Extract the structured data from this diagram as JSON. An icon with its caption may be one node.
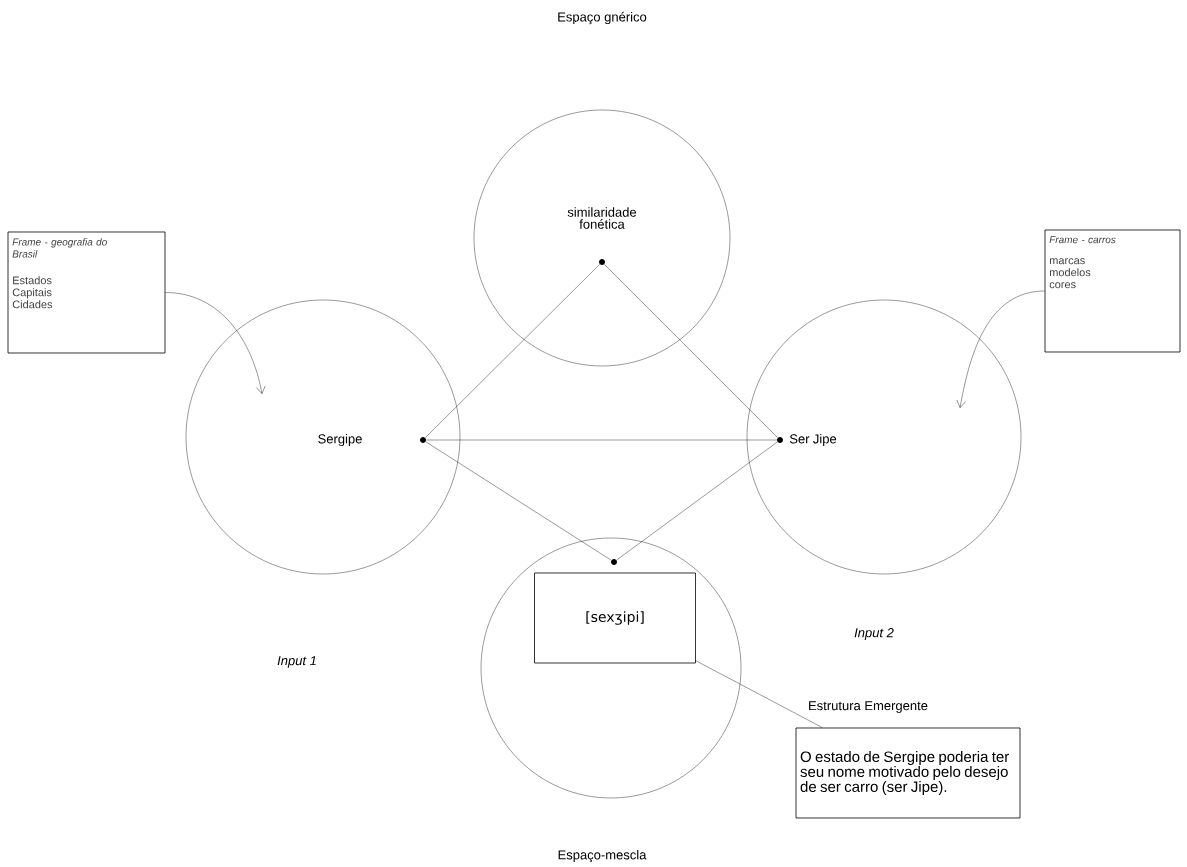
{
  "diagram": {
    "nodes": [
      {
        "text": [
          "Frame - geografia do Brasil",
          "Estados Capitais Cidades"
        ]
      },
      {
        "text": [
          "similaridade fonética"
        ]
      },
      {
        "text": [],
        "shape": "dot",
        "in": 1
      },
      {
        "text": [
          "Frame - carros",
          "marcas modelos cores"
        ]
      },
      {
        "text": [
          "Sergipe"
        ]
      },
      {
        "text": [],
        "shape": "dot",
        "in": 4
      },
      {
        "text": [
          "Ser Jipe"
        ]
      },
      {
        "text": [],
        "shape": "dot",
        "in": 6
      },
      {
        "text": [],
        "shape": "circle"
      },
      {
        "text": [
          "[sexʒipi]"
        ],
        "in": 8
      },
      {
        "text": [],
        "shape": "dot",
        "in": 8
      },
      {
        "text": [
          "Estrutura Emergente",
          "O estado de Sergipe poderia ter seu nome motivado pelo desejo de ser carro (ser Jipe)."
        ]
      }
    ],
    "edges": [
      {
        "from": 0,
        "to": 4,
        "arrow": "to"
      },
      {
        "from": 3,
        "to": 6,
        "arrow": "to"
      },
      {
        "from": 5,
        "to": 2,
        "arrow": "none"
      },
      {
        "from": 7,
        "to": 2,
        "arrow": "none"
      },
      {
        "from": 5,
        "to": 7,
        "arrow": "none"
      },
      {
        "from": 5,
        "to": 10,
        "arrow": "none"
      },
      {
        "from": 7,
        "to": 10,
        "arrow": "none"
      },
      {
        "from": 9,
        "to": 11,
        "arrow": "none"
      }
    ],
    "labels": [
      "Espaço gnérico",
      "Input 1",
      "Input 2",
      "Espaço-mescla"
    ]
  }
}
